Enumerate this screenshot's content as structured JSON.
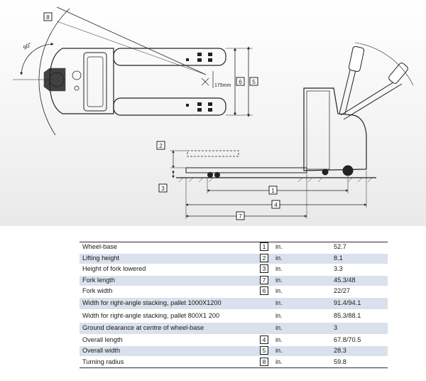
{
  "diagram": {
    "angle_label": "90°",
    "offset_label": "175mm",
    "dimension_markers": [
      "8",
      "6",
      "5",
      "2",
      "3",
      "1",
      "4",
      "7"
    ]
  },
  "spec_table": {
    "unit": "in.",
    "rows": [
      {
        "label": "Wheel-base",
        "index": "1",
        "unit": "in.",
        "value": "52.7"
      },
      {
        "label": "Lifting height",
        "index": "2",
        "unit": "in.",
        "value": "8.1"
      },
      {
        "label": "Height of fork lowered",
        "index": "3",
        "unit": "in.",
        "value": "3.3"
      },
      {
        "label": "Fork length",
        "index": "7",
        "unit": "in.",
        "value": "45.3/48"
      },
      {
        "label": "Fork width",
        "index": "6",
        "unit": "in.",
        "value": "22/27"
      },
      {
        "label": "Width for right-angle stacking, pallet 1000X1200",
        "index": "",
        "unit": "in.",
        "value": "91.4/94.1"
      },
      {
        "label": "Width for right-angle stacking, pallet 800X1 200",
        "index": "",
        "unit": "in.",
        "value": "85.3/88.1"
      },
      {
        "label": "Ground clearance at centre of wheel-base",
        "index": "",
        "unit": "in.",
        "value": "3"
      },
      {
        "label": "Overall length",
        "index": "4",
        "unit": "in.",
        "value": "67.8/70.5"
      },
      {
        "label": "Overall width",
        "index": "5",
        "unit": "in.",
        "value": "28.3"
      },
      {
        "label": "Turning radius",
        "index": "8",
        "unit": "in.",
        "value": "59.8"
      }
    ]
  }
}
